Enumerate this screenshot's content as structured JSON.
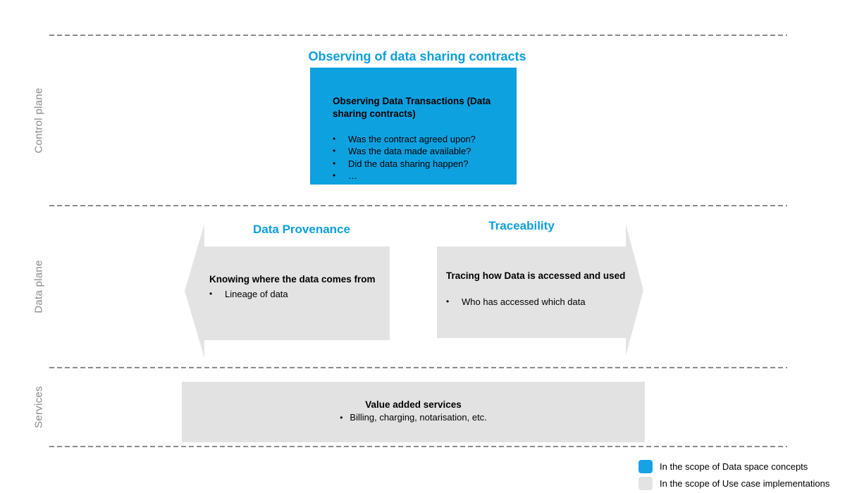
{
  "colors": {
    "accent_blue": "#0d9fdd",
    "box_blue": "#0da1e0",
    "box_gray": "#e2e2e2",
    "lane_label_gray": "#8a8a8a",
    "divider_gray": "#8c8c8c"
  },
  "lanes": [
    {
      "label": "Control plane"
    },
    {
      "label": "Data plane"
    },
    {
      "label": "Services"
    }
  ],
  "control_plane": {
    "heading": "Observing of data sharing contracts",
    "box": {
      "title": "Observing Data Transactions (Data sharing contracts)",
      "bullet_char": "•",
      "bullets": [
        "Was the contract agreed upon?",
        "Was the data made available?",
        "Did the data sharing happen?",
        "…"
      ]
    }
  },
  "data_plane": {
    "provenance": {
      "heading": "Data Provenance",
      "title": "Knowing where the data comes from",
      "bullet_char": "•",
      "bullets": [
        "Lineage of data"
      ]
    },
    "traceability": {
      "heading": "Traceability",
      "title": "Tracing how Data is accessed and used",
      "bullet_char": "•",
      "bullets": [
        "Who has accessed which data"
      ]
    }
  },
  "services": {
    "title": "Value added services",
    "bullet_char": "•",
    "bullets": [
      "Billing, charging, notarisation, etc."
    ]
  },
  "legend": {
    "items": [
      {
        "swatch": "blue",
        "color": "#17a2e3",
        "label": "In the scope of Data space concepts"
      },
      {
        "swatch": "gray",
        "color": "#e3e3e3",
        "label": "In the scope of Use case implementations"
      }
    ]
  }
}
